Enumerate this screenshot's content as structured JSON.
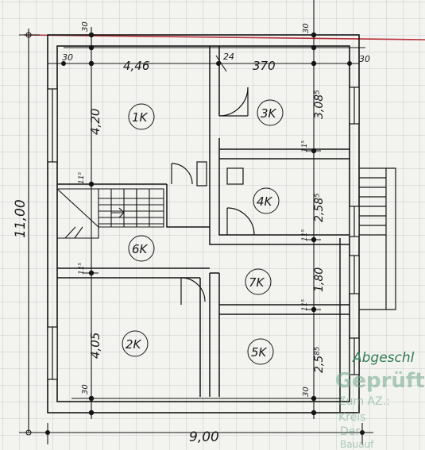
{
  "colors": {
    "paper": "#f3f3f0",
    "grid": "#b9c0c8",
    "ink": "#151515",
    "red_line": "#b8323a",
    "stamp_green": "#3f8a64"
  },
  "rooms": {
    "r1": "1K",
    "r2": "2K",
    "r3": "3K",
    "r4": "4K",
    "r5": "5K",
    "r6": "6K",
    "r7": "7K"
  },
  "dimensions": {
    "overall_width": "9,00",
    "overall_height": "11,00",
    "top_left_width": "4,46",
    "top_right_width": "370",
    "height_1k": "4,20",
    "height_2k": "4,05",
    "height_3k": "3,08⁵",
    "height_4k": "2,58⁵",
    "height_7k": "1,80",
    "height_5k": "2,5⁸⁵",
    "wall_30_top": "30",
    "wall_30_top_right": "30",
    "wall_30_corner_left": "30",
    "wall_30_corner_right": "30",
    "wall_24": "24",
    "wall_30_bottom_left": "30",
    "wall_30_bottom_right": "30",
    "wall_11_5_left_a": "11⁵",
    "wall_11_5_left_b": "11⁵",
    "wall_11_5_mid_a": "11⁵",
    "wall_11_5_mid_b": "11⁵",
    "wall_11_5_mid_c": "11⁵"
  },
  "stamp": {
    "handwritten": "Abgeschl",
    "line1": "Geprüft",
    "line2": "Zum AZ.:",
    "line3": "Kreis",
    "line4": "Der",
    "line5": "Bauauf"
  }
}
